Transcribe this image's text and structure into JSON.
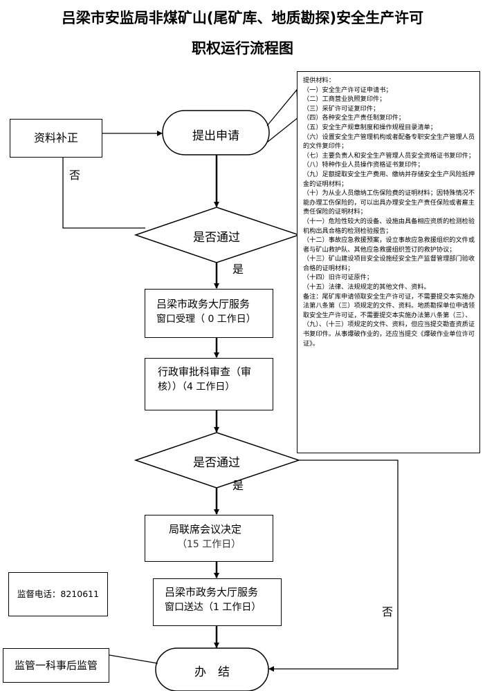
{
  "title_line1": "吕梁市安监局非煤矿山(尾矿库、地质勘探)安全生产许可",
  "title_line2": "职权运行流程图",
  "nodes": {
    "supplement": "资料补正",
    "apply": "提出申请",
    "check1": "是否通过",
    "window_accept_l1": "吕梁市政务大厅服务",
    "window_accept_l2": "窗口受理（ 0 工作日）",
    "review_l1": "行政审批科审查（审",
    "review_l2": "核））（4 工作日）",
    "check2": "是否通过",
    "meeting_l1": "局联席会议决定",
    "meeting_l2": "（15 工作日）",
    "window_deliver_l1": "吕梁市政务大厅服务",
    "window_deliver_l2": "窗口送达（1 工作日）",
    "finish": "办　结",
    "supervise": "监管一科事后监管",
    "phone": "监督电话：8210611"
  },
  "edge_labels": {
    "no1": "否",
    "yes1": "是",
    "yes2": "是",
    "no2": "否"
  },
  "materials": [
    "提供材料：",
    "（一）安全生产许可证申请书；",
    "（二）工商营业执照复印件；",
    "（三）采矿许可证复印件；",
    "（四）各种安全生产责任制复印件；",
    "（五）安全生产规章制度和操作规程目录清单；",
    "（六）设置安全生产管理机构或者配备专职安全生产管理人员的文件复印件；",
    "（七）主要负责人和安全生产管理人员安全资格证书复印件；",
    "（八）特种作业人员操作资格证书复印件；",
    "（九）足额提取安全生产费用、缴纳并存储安全生产风险抵押金的证明材料；",
    "（十）为从业人员缴纳工伤保险费的证明材料；因特殊情况不能办理工伤保险的，可以出具办理安全生产责任保险或者雇主责任保险的证明材料；",
    "（十一）危险性较大的设备、设施由具备相应资质的检测检验机构出具合格的检测检验报告；",
    "（十二）事故应急救援预案，设立事故应急救援组织的文件或者与矿山救护队、其他应急救援组织签订的救护协议；",
    "（十三）矿山建设项目安全设施经安全生产监督管理部门验收合格的证明材料；",
    "（十四）旧许可证原件；",
    "（十五）法律、法规规定的其他文件、资料。",
    "备注：尾矿库申请领取安全生产许可证，不需要提交本实施办法第八条第（三）项规定的文件、资料。地质勘探单位申请领取安全生产许可证，不需要提交本实施办法第八条第（三）、（九）、（十三）项规定的文件、资料，但应当提交勘查资质证书复印件。从事爆破作业的，还应当提交《爆破作业单位许可证》。"
  ]
}
